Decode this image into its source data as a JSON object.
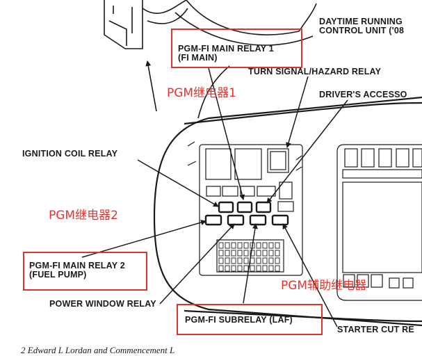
{
  "labels": {
    "daytime_running": "DAYTIME RUNNING\nCONTROL UNIT ('08",
    "pgm_fi_main_relay_1": "PGM-FI MAIN RELAY 1\n(FI MAIN)",
    "turn_signal_hazard_relay": "TURN SIGNAL/HAZARD RELAY",
    "drivers_accessory": "DRIVER'S ACCESSO",
    "ignition_coil_relay": "IGNITION COIL RELAY",
    "pgm_fi_main_relay_2": "PGM-FI MAIN RELAY 2\n(FUEL PUMP)",
    "power_window_relay": "POWER WINDOW RELAY",
    "pgm_fi_subrelay": "PGM-FI SUBRELAY (LAF)",
    "starter_cut_relay": "STARTER CUT RE"
  },
  "annotations": {
    "pgm_relay_1": "PGM继电器1",
    "pgm_relay_2": "PGM继电器2",
    "pgm_aux_relay": "PGM辅助继电器"
  },
  "caption": "2   Edward  L  Lordan  and  Commencement  L",
  "colors": {
    "annotation_red": "#e8332c",
    "line": "#1a1a1a"
  }
}
